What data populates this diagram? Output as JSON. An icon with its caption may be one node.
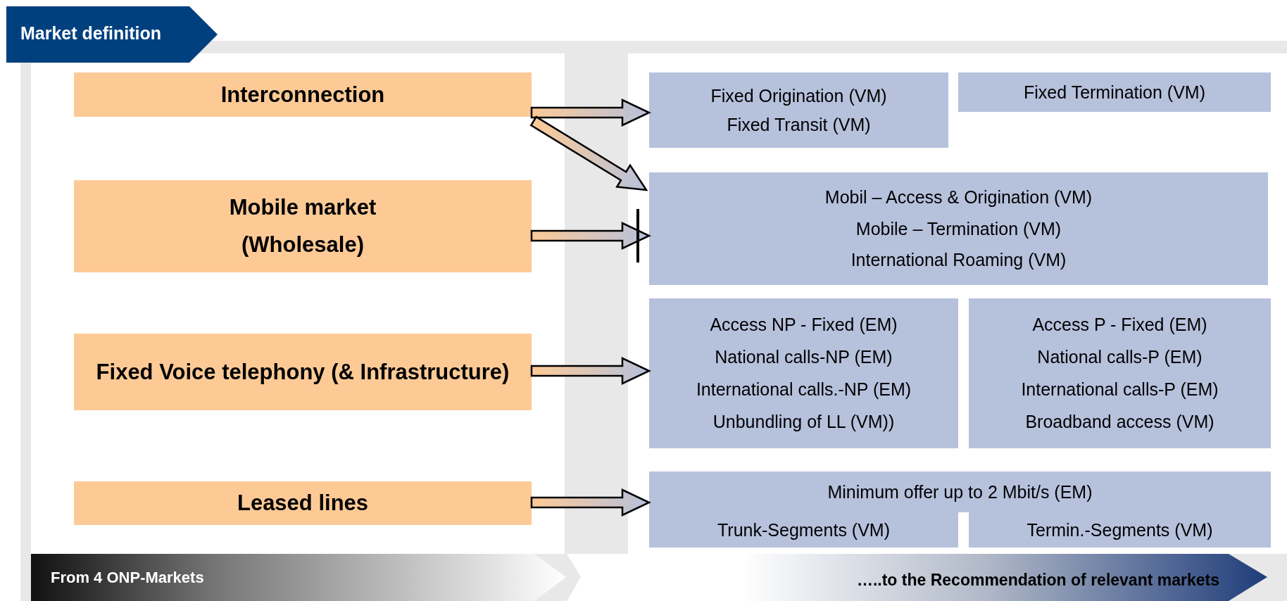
{
  "diagram": {
    "title": "Market definition",
    "nodes": [
      {
        "text": [
          "Interconnection"
        ]
      },
      {
        "text": [
          "Mobile market",
          "(Wholesale)"
        ]
      },
      {
        "text": [
          "Fixed Voice telephony (& Infrastructure)"
        ]
      },
      {
        "text": [
          "Leased lines"
        ]
      },
      {
        "text": [
          "Fixed Origination (VM)",
          "Fixed Transit (VM)"
        ]
      },
      {
        "text": [
          "Fixed Termination (VM)"
        ]
      },
      {
        "text": [
          "Mobil – Access & Origination (VM)",
          "Mobile – Termination (VM)",
          "International Roaming (VM)"
        ]
      },
      {
        "text": [
          "Access NP - Fixed (EM)",
          "National calls-NP (EM)",
          "International calls.-NP (EM)",
          "Unbundling of LL (VM))"
        ]
      },
      {
        "text": [
          "Access P - Fixed (EM)",
          "National calls-P (EM)",
          "International calls-P (EM)",
          "Broadband access (VM)"
        ]
      },
      {
        "text": [
          "Minimum offer up to 2 Mbit/s (EM)"
        ]
      },
      {
        "text": [
          "Trunk-Segments (VM)"
        ]
      },
      {
        "text": [
          "Termin.-Segments (VM)"
        ]
      },
      {
        "text": [
          "From 4 ONP-Markets"
        ]
      },
      {
        "text": [
          "…..to the Recommendation of relevant markets"
        ]
      }
    ],
    "edges": [
      {
        "from": 0,
        "to": 4,
        "arrow": "to"
      },
      {
        "from": 0,
        "to": 6,
        "arrow": "to"
      },
      {
        "from": 1,
        "to": 6,
        "arrow": "to"
      },
      {
        "from": 2,
        "to": 7,
        "arrow": "to"
      },
      {
        "from": 3,
        "to": 9,
        "arrow": "to"
      }
    ]
  }
}
